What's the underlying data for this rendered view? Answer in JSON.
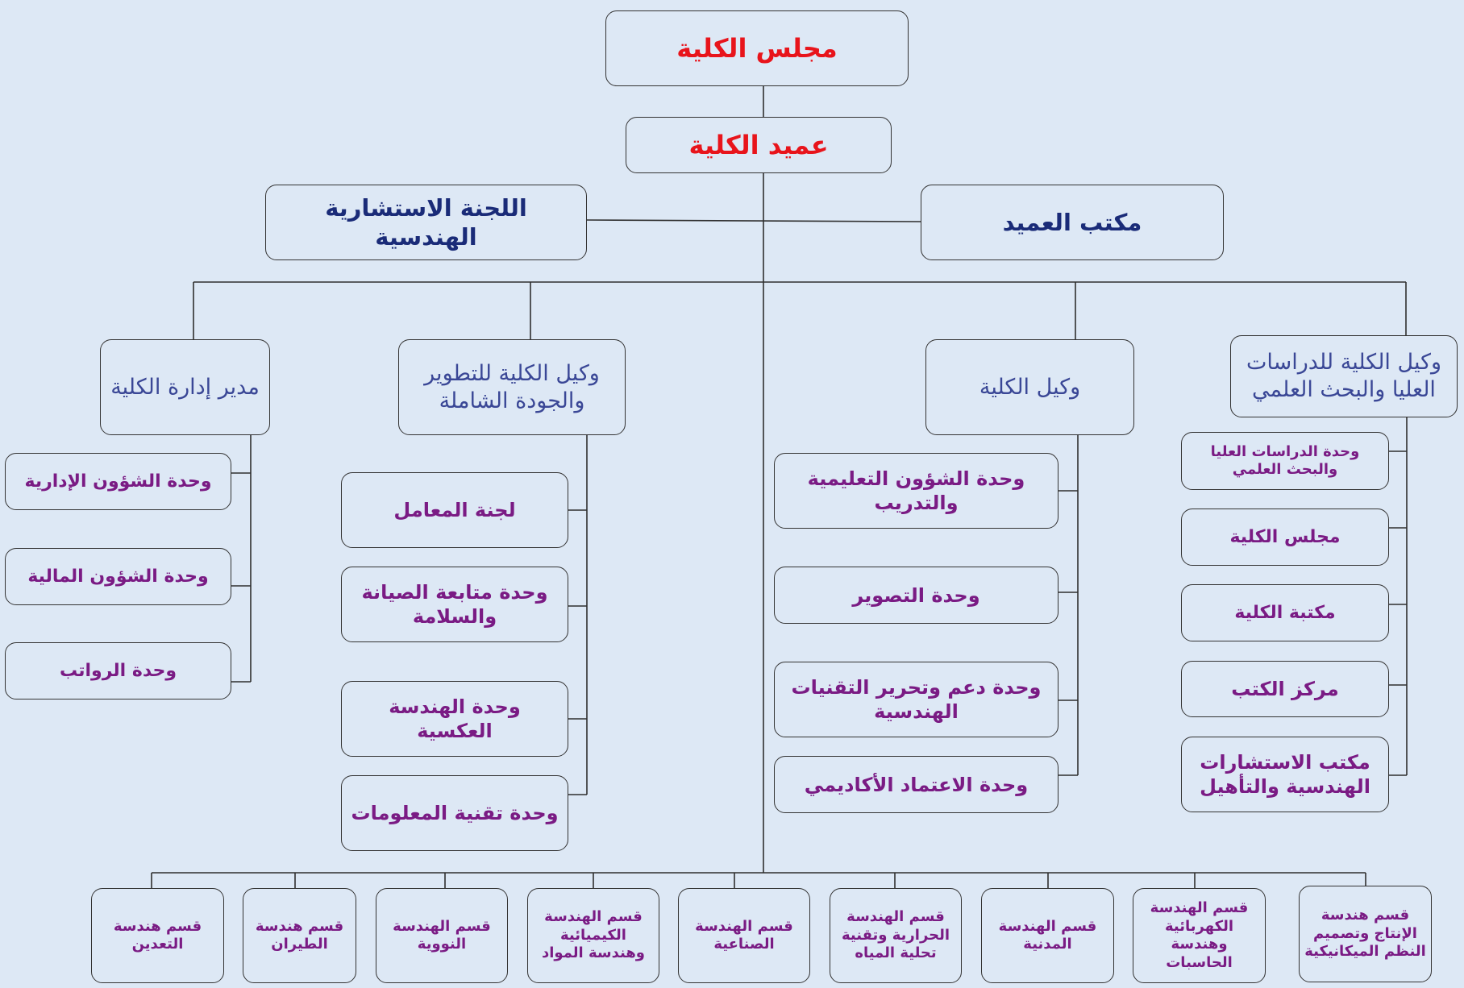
{
  "top": {
    "council": "مجلس الكلية",
    "dean": "عميد الكلية"
  },
  "second": {
    "advisory": "اللجنة الاستشارية الهندسية",
    "dean_office": "مكتب العميد"
  },
  "level2": {
    "director": "مدير إدارة الكلية",
    "vice_dev": "وكيل الكلية للتطوير والجودة الشاملة",
    "vice": "وكيل الكلية",
    "vice_grad": "وكيل الكلية للدراسات العليا والبحث العلمي"
  },
  "director_units": [
    "وحدة الشؤون الإدارية",
    "وحدة الشؤون المالية",
    "وحدة الرواتب"
  ],
  "dev_units": [
    "لجنة المعامل",
    "وحدة متابعة الصيانة والسلامة",
    "وحدة الهندسة العكسية",
    "وحدة تقنية المعلومات"
  ],
  "vice_units": [
    "وحدة الشؤون التعليمية والتدريب",
    "وحدة التصوير",
    "وحدة دعم وتحرير التقنيات الهندسية",
    "وحدة الاعتماد الأكاديمي"
  ],
  "grad_units": [
    "وحدة الدراسات العليا والبحث العلمي",
    "مجلس الكلية",
    "مكتبة الكلية",
    "مركز الكتب",
    "مكتب الاستشارات الهندسية والتأهيل"
  ],
  "departments": [
    "قسم هندسة التعدين",
    "قسم هندسة الطيران",
    "قسم الهندسة النووية",
    "قسم الهندسة الكيميائية وهندسة المواد",
    "قسم الهندسة الصناعية",
    "قسم الهندسة الحرارية وتقنية تحلية المياه",
    "قسم الهندسة المدنية",
    "قسم الهندسة الكهربائية وهندسة الحاسبات",
    "قسم هندسة الإنتاج وتصميم النظم الميكانيكية"
  ]
}
